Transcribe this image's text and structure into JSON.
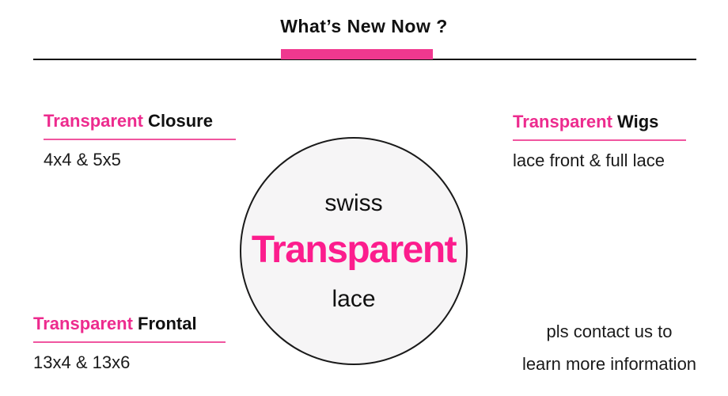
{
  "header": {
    "title": "What’s New Now ?"
  },
  "features": {
    "closure": {
      "highlight": "Transparent",
      "rest": " Closure",
      "detail": "4x4 & 5x5"
    },
    "wigs": {
      "highlight": "Transparent",
      "rest": " Wigs",
      "detail": "lace front & full lace"
    },
    "frontal": {
      "highlight": "Transparent",
      "rest": " Frontal",
      "detail": "13x4 & 13x6"
    }
  },
  "circle": {
    "top": "swiss",
    "middle": "Transparent",
    "bottom": "lace"
  },
  "contact": {
    "line1": "pls contact us to",
    "line2": "learn more information"
  },
  "colors": {
    "accent_pink": "#f0388f",
    "heading_pink": "#ed2b8e",
    "circle_text_pink": "#fc1d8d",
    "underline_pink": "#f0569f",
    "text_black": "#111111",
    "circle_fill": "#f6f5f6",
    "background": "#ffffff"
  }
}
